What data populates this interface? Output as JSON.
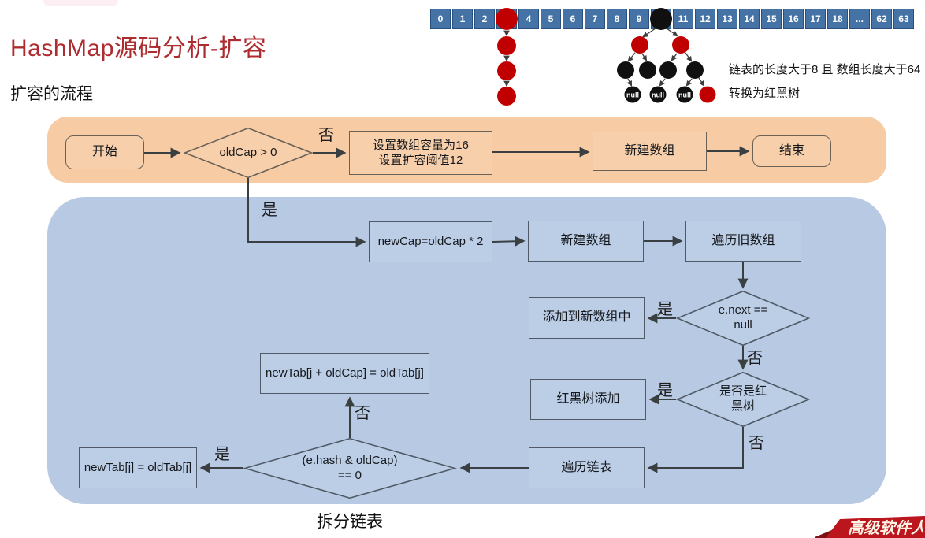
{
  "header": {
    "title": "HashMap源码分析-扩容",
    "subtitle": "扩容的流程"
  },
  "array": {
    "cells": [
      "0",
      "1",
      "2",
      "",
      "4",
      "5",
      "6",
      "7",
      "8",
      "9",
      "",
      "11",
      "12",
      "13",
      "14",
      "15",
      "16",
      "17",
      "18",
      "...",
      "62",
      "63"
    ]
  },
  "annotations": {
    "line1": "链表的长度大于8 且 数组长度大于64",
    "line2": "转换为红黑树",
    "split_caption": "拆分链表",
    "null_label": "null"
  },
  "labels": {
    "yes": "是",
    "no": "否"
  },
  "flow": {
    "start": "开始",
    "cond_oldcap": "oldCap > 0",
    "set_capacity_line1": "设置数组容量为16",
    "set_capacity_line2": "设置扩容阈值12",
    "new_array1": "新建数组",
    "end": "结束",
    "newcap": "newCap=oldCap * 2",
    "new_array2": "新建数组",
    "iterate_old": "遍历旧数组",
    "cond_enext_line1": "e.next ==",
    "cond_enext_line2": "null",
    "add_to_new": "添加到新数组中",
    "cond_rbt_line1": "是否是红",
    "cond_rbt_line2": "黑树",
    "rbt_add": "红黑树添加",
    "iterate_list": "遍历链表",
    "cond_ehash_line1": "(e.hash & oldCap)",
    "cond_ehash_line2": "== 0",
    "newtab_plus": "newTab[j + oldCap] = oldTab[j]",
    "newtab": "newTab[j] = oldTab[j]"
  },
  "banner": {
    "text": "高级软件人"
  },
  "colors": {
    "title_red": "#ad2c30",
    "array_blue": "#4573a5",
    "node_red": "#c00000",
    "node_black": "#101010",
    "band_orange": "#f7cba3",
    "band_blue": "#b8c9e3",
    "banner_red": "#bb161d"
  }
}
